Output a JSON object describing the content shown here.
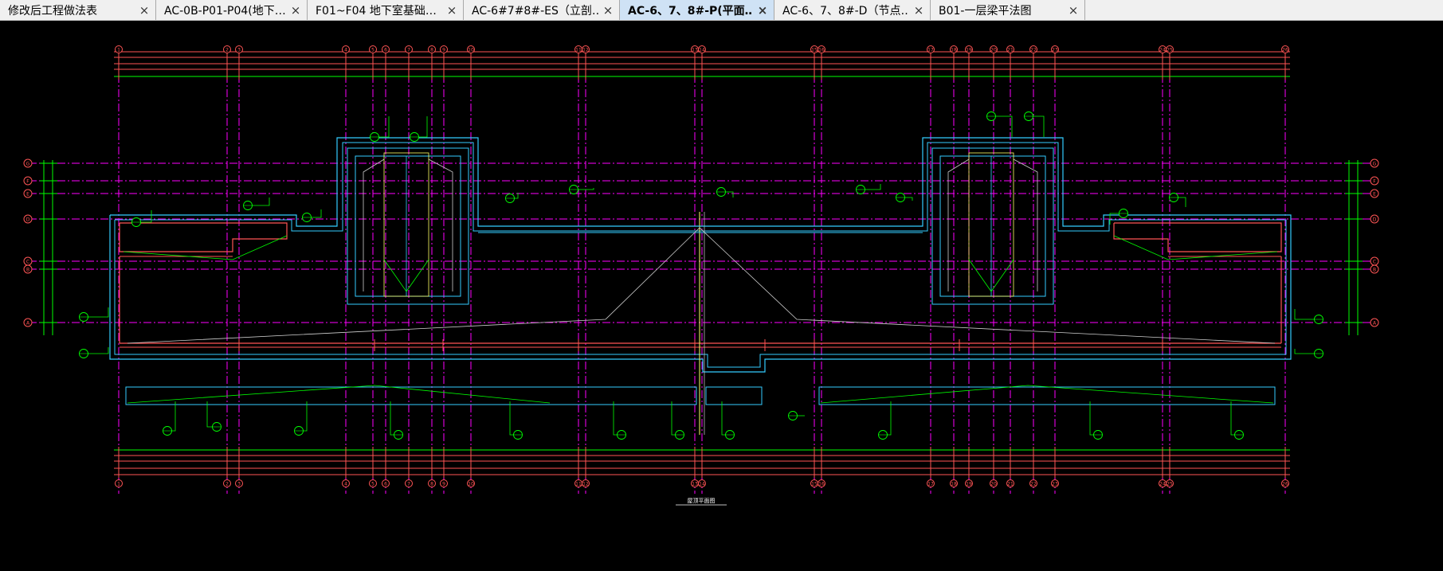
{
  "tabs": [
    {
      "label": "修改后工程做法表",
      "active": false
    },
    {
      "label": "AC-0B-P01-P04(地下…",
      "active": false
    },
    {
      "label": "F01~F04 地下室基础…",
      "active": false
    },
    {
      "label": "AC-6#7#8#-ES（立剖…",
      "active": false
    },
    {
      "label": "AC-6、7、8#-P(平面…",
      "active": true
    },
    {
      "label": "AC-6、7、8#-D（节点…",
      "active": false
    },
    {
      "label": "B01-一层梁平法图",
      "active": false
    }
  ],
  "tab_close_glyph": "×",
  "drawing": {
    "background": "#000000",
    "colors": {
      "axis_grid": "#ff00ff",
      "dimension": "#ffffff",
      "bubble": "#ff4040",
      "wall": "#ff5555",
      "leader": "#00ff00",
      "outline": "#33ccff",
      "misc": "#ffff66"
    },
    "top_axis_labels": [
      "1",
      "2",
      "3",
      "4",
      "5",
      "6",
      "7",
      "8",
      "9",
      "10",
      "11",
      "12",
      "13",
      "14",
      "15",
      "16",
      "17",
      "18",
      "19",
      "20",
      "21",
      "22",
      "23",
      "24",
      "25",
      "26",
      "27",
      "28"
    ],
    "side_axis_labels": [
      "G",
      "F",
      "E",
      "D",
      "C",
      "B",
      "A"
    ],
    "title": "屋顶平面图"
  }
}
